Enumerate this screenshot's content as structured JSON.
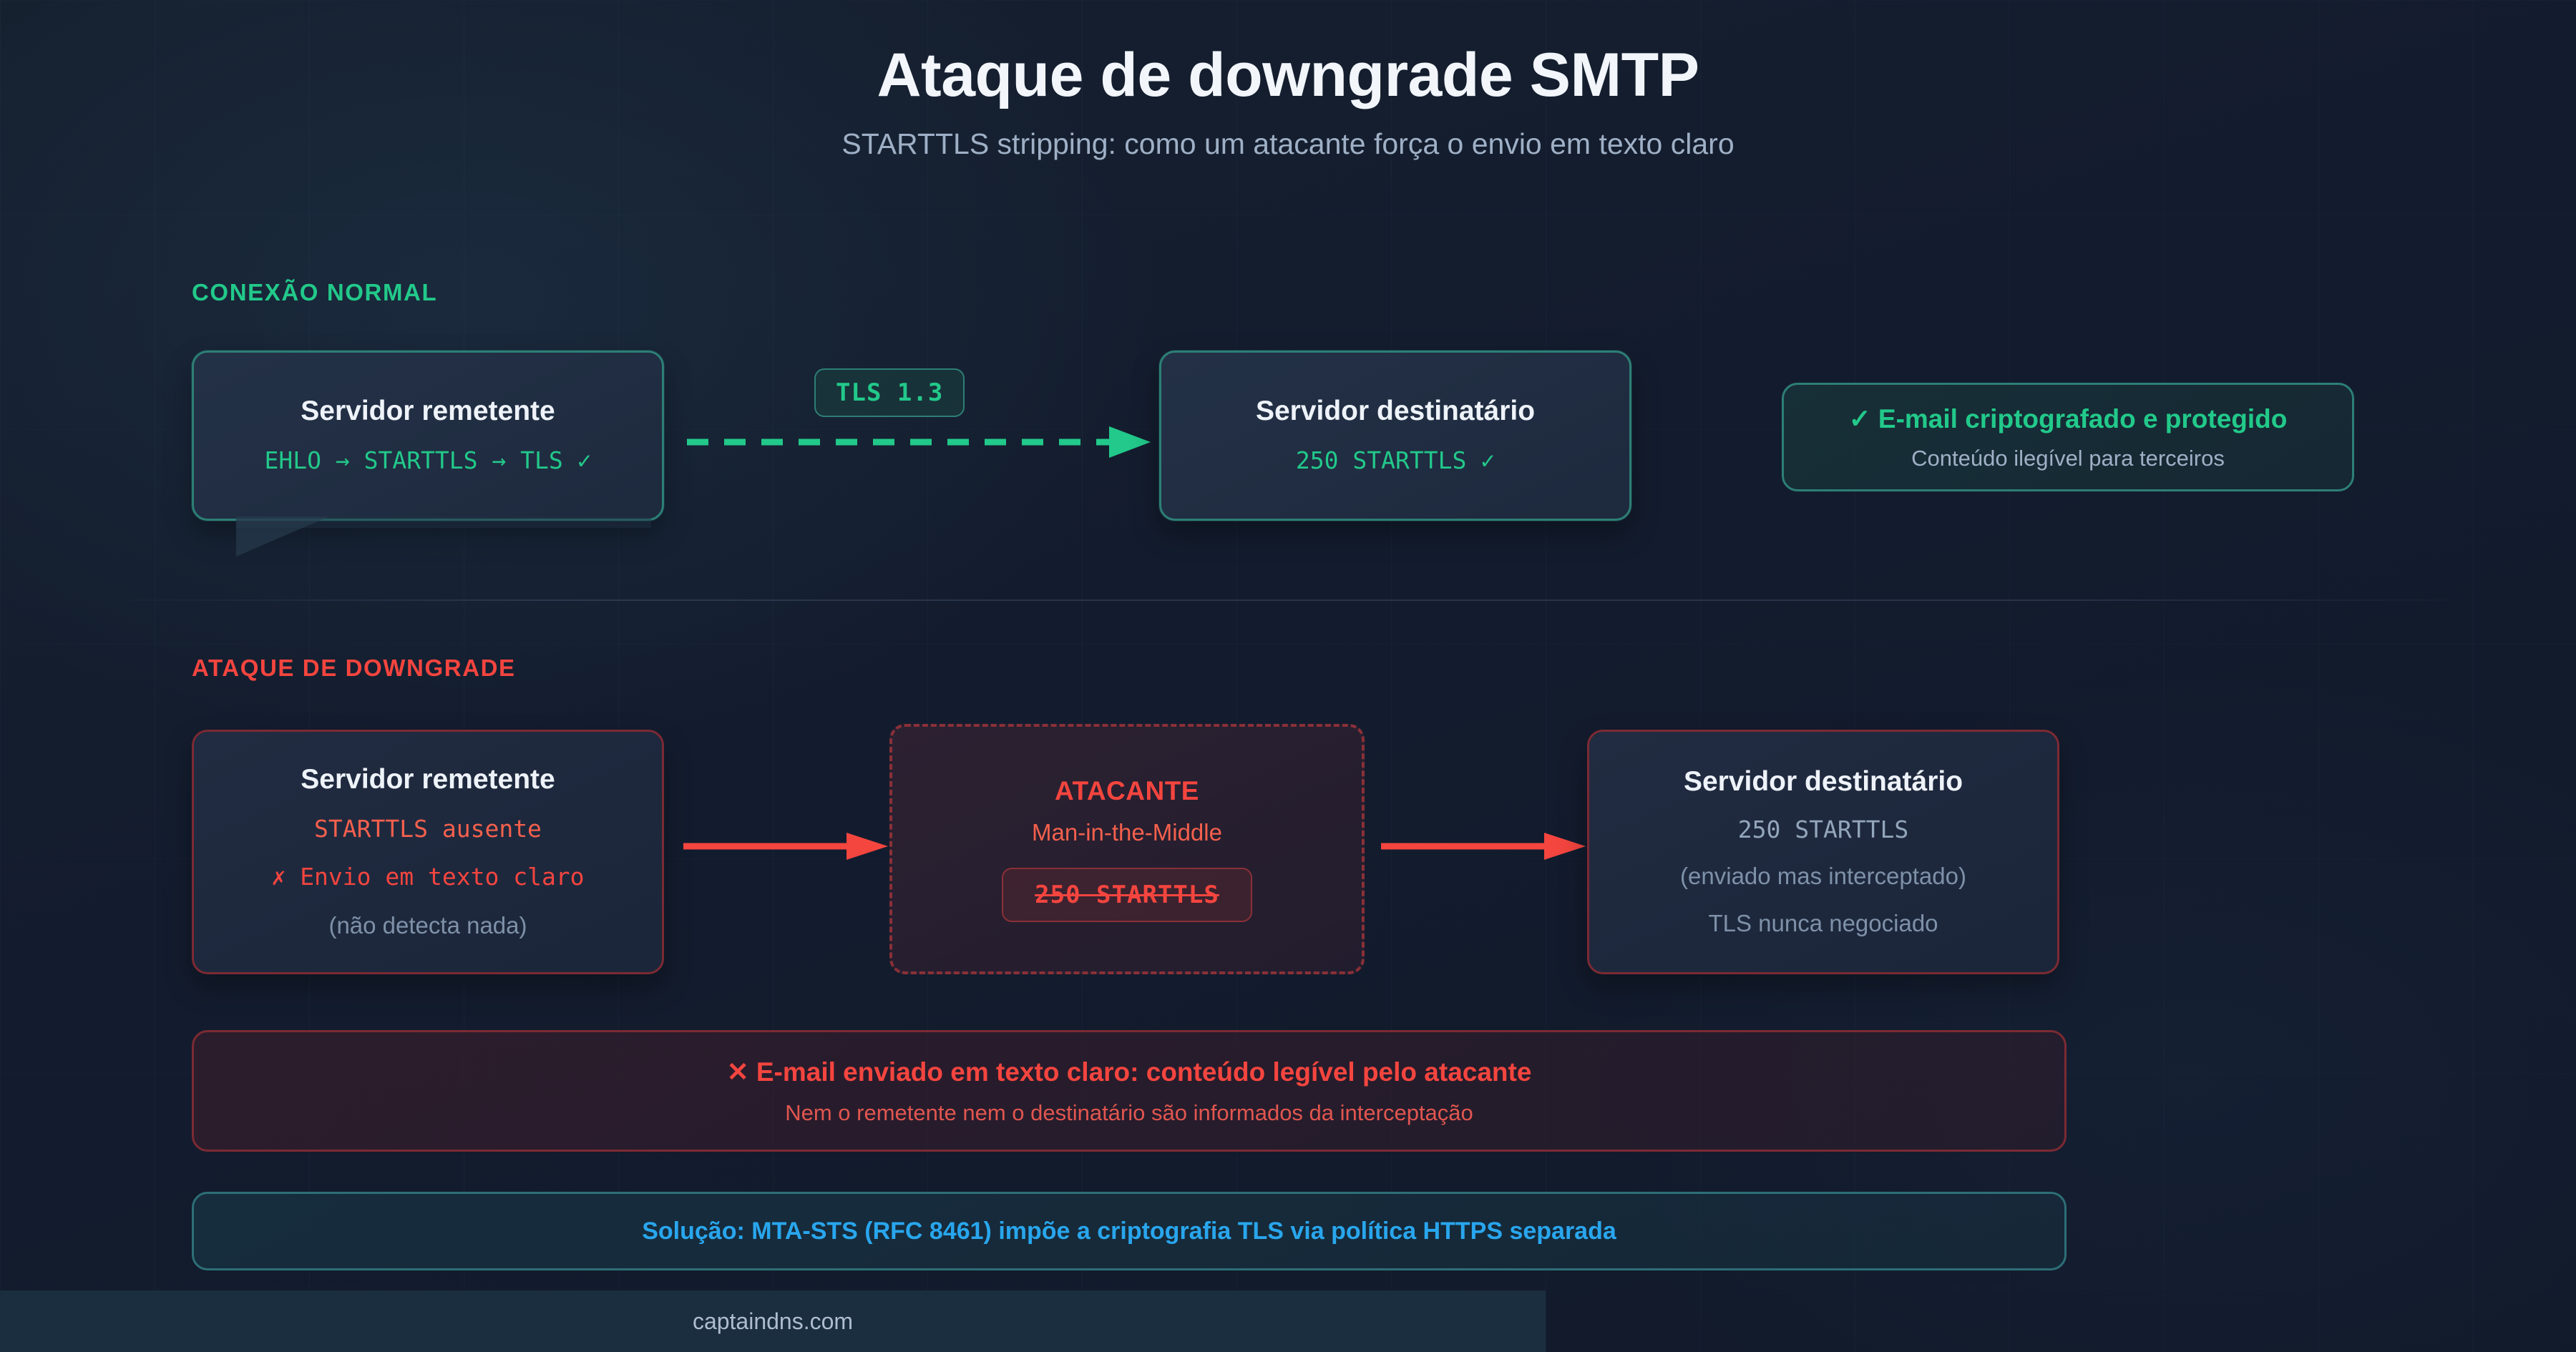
{
  "header": {
    "title": "Ataque de downgrade SMTP",
    "subtitle": "STARTTLS stripping: como um atacante força o envio em texto claro"
  },
  "colors": {
    "background": "#131c2e",
    "accent_green": "#22c98a",
    "accent_teal_border": "#2d7f76",
    "accent_red": "#f4453f",
    "accent_orange": "#f4604d",
    "accent_blue": "#29a6ed",
    "text_primary": "#eef3f9",
    "text_muted": "#9fb0c6",
    "box_fill": "#222c42",
    "attacker_fill": "#2f2233",
    "footer_bar": "#1b2e40"
  },
  "sections": {
    "normal": {
      "label": "CONEXÃO NORMAL",
      "sender": {
        "title": "Servidor remetente",
        "line1": "EHLO → STARTTLS → TLS ✓"
      },
      "badge": "TLS 1.3",
      "arrow_style": "dashed-green-right",
      "receiver": {
        "title": "Servidor destinatário",
        "line1": "250 STARTTLS ✓"
      },
      "result_panel": {
        "icon": "✓",
        "title": "E-mail criptografado e protegido",
        "subtitle": "Conteúdo ilegível para terceiros"
      }
    },
    "attack": {
      "label": "ATAQUE DE DOWNGRADE",
      "sender": {
        "title": "Servidor remetente",
        "line1": "STARTTLS ausente",
        "line2": "✗ Envio em texto claro",
        "line3": "(não detecta nada)"
      },
      "attacker": {
        "title": "ATACANTE",
        "subtitle": "Man-in-the-Middle",
        "badge": "250 STARTTLS",
        "badge_struck": true
      },
      "receiver": {
        "title": "Servidor destinatário",
        "line1": "250 STARTTLS",
        "line2": "(enviado mas interceptado)",
        "line3": "TLS nunca negociado"
      },
      "arrow_style": "solid-red-right"
    }
  },
  "banners": {
    "danger": {
      "icon": "✕",
      "title": "E-mail enviado em texto claro: conteúdo legível pelo atacante",
      "subtitle": "Nem o remetente nem o destinatário são informados da interceptação"
    },
    "solution": {
      "text": "Solução: MTA-STS (RFC 8461) impõe a criptografia TLS via política HTTPS separada"
    }
  },
  "footer": {
    "watermark": "captaindns.com"
  }
}
